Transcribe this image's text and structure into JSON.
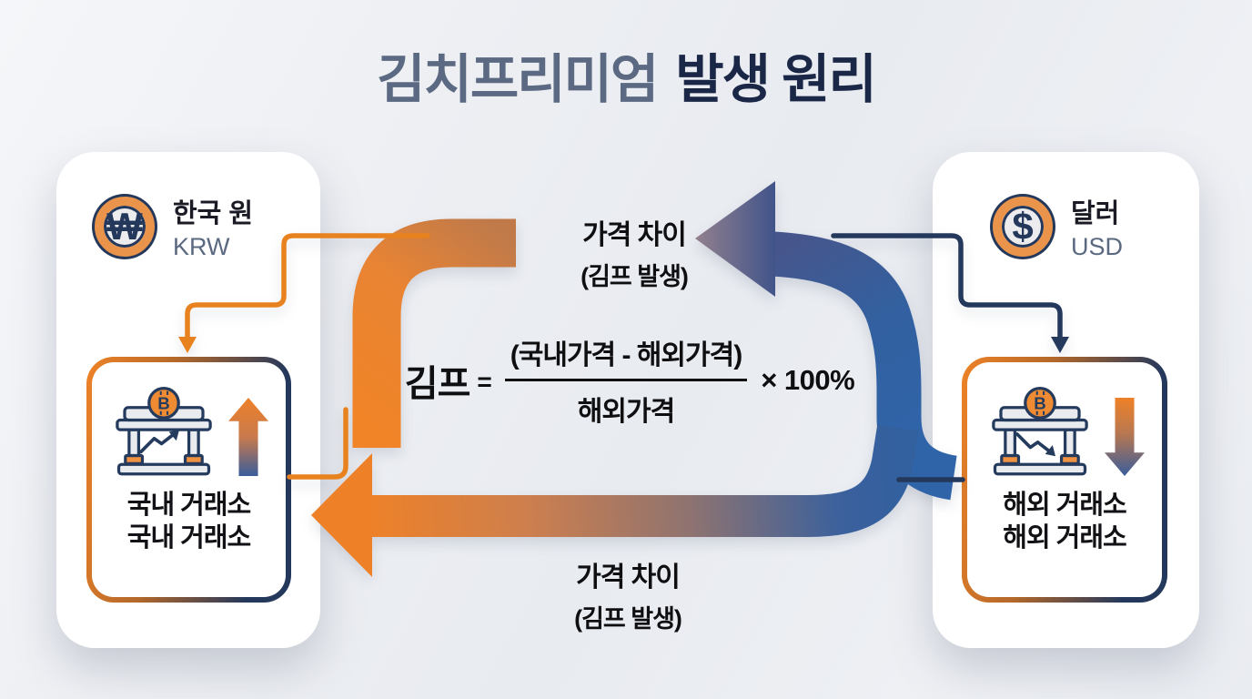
{
  "title": {
    "part1": "김치프리미엄",
    "part2": "발생 원리"
  },
  "cards": {
    "left": {
      "currency_symbol": "₩",
      "currency_name": "한국 원",
      "currency_code": "KRW",
      "exchange_lines": [
        "국내 거래소",
        "국내 거래소"
      ]
    },
    "right": {
      "currency_symbol": "$",
      "currency_name": "달러",
      "currency_code": "USD",
      "exchange_lines": [
        "해외 거래소",
        "해외 거래소"
      ]
    }
  },
  "flows": {
    "top": {
      "label_line1": "가격 차이",
      "label_line2": "(김프 발생)"
    },
    "bottom": {
      "label_line1": "가격 차이",
      "label_line2": "(김프 발생)"
    }
  },
  "formula": {
    "lhs": "김프",
    "equals": "=",
    "numerator": "(국내가격 - 해외가격)",
    "denominator": "해외가격",
    "suffix": "× 100%"
  },
  "icons": {
    "bitcoin_letter": "B"
  },
  "colors": {
    "orange": "#ee8128",
    "muted_orange": "#c07a4a",
    "blue": "#33609f",
    "navy": "#24385c",
    "title_light": "#5b6982",
    "title_dark": "#1a2746",
    "text_black": "#0f0f12",
    "muted_blue_text": "#5a6880"
  }
}
